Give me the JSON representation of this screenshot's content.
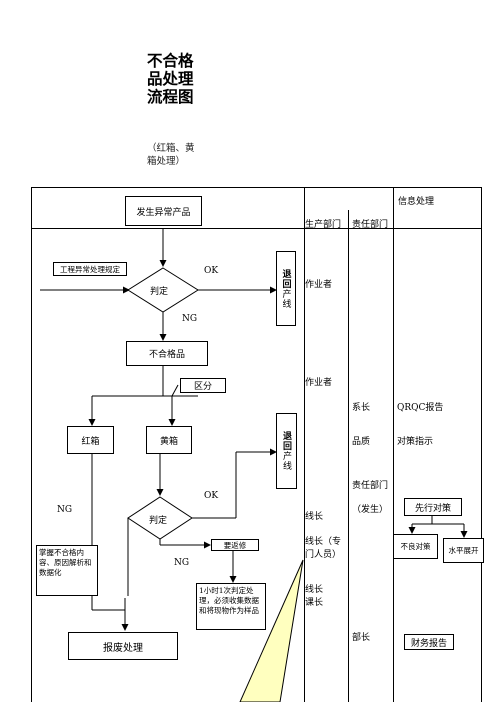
{
  "title": "不合格品处理流程图",
  "subtitle": "（红箱、黄箱处理）",
  "header": {
    "info": "信息处理",
    "production": "生产部门",
    "responsible": "责任部门"
  },
  "flow": {
    "abnormal": "发生异常产品",
    "rule": "工程异常处理规定",
    "judge1": "判定",
    "ok1": "OK",
    "ng1": "NG",
    "return1_bold": "退回",
    "return1_rest": "产线",
    "defective": "不合格品",
    "classify": "区分",
    "red_box": "红箱",
    "yellow_box": "黄箱",
    "return2_bold": "退回",
    "return2_rest": "产线",
    "judge2": "判定",
    "ok2": "OK",
    "ng_left": "NG",
    "ng2": "NG",
    "rework": "要返修",
    "grasp_note": "掌握不合格内容、原因解析和数据化",
    "hour_note": "1小时1次判定处理，必须收集数据和将现物作为样品",
    "scrap": "报废处理"
  },
  "production_col": [
    "作业者",
    "作业者",
    "线长",
    "线长（专门人员）",
    "线长课长"
  ],
  "responsible_col": [
    "系长",
    "品质",
    "责任部门（发生）",
    "部长"
  ],
  "info_col": {
    "qrqc": "QRQC报告",
    "instruct": "对策指示",
    "prior": "先行对策",
    "bad": "不良对策",
    "spread": "水平展开",
    "finance": "财务报告"
  }
}
